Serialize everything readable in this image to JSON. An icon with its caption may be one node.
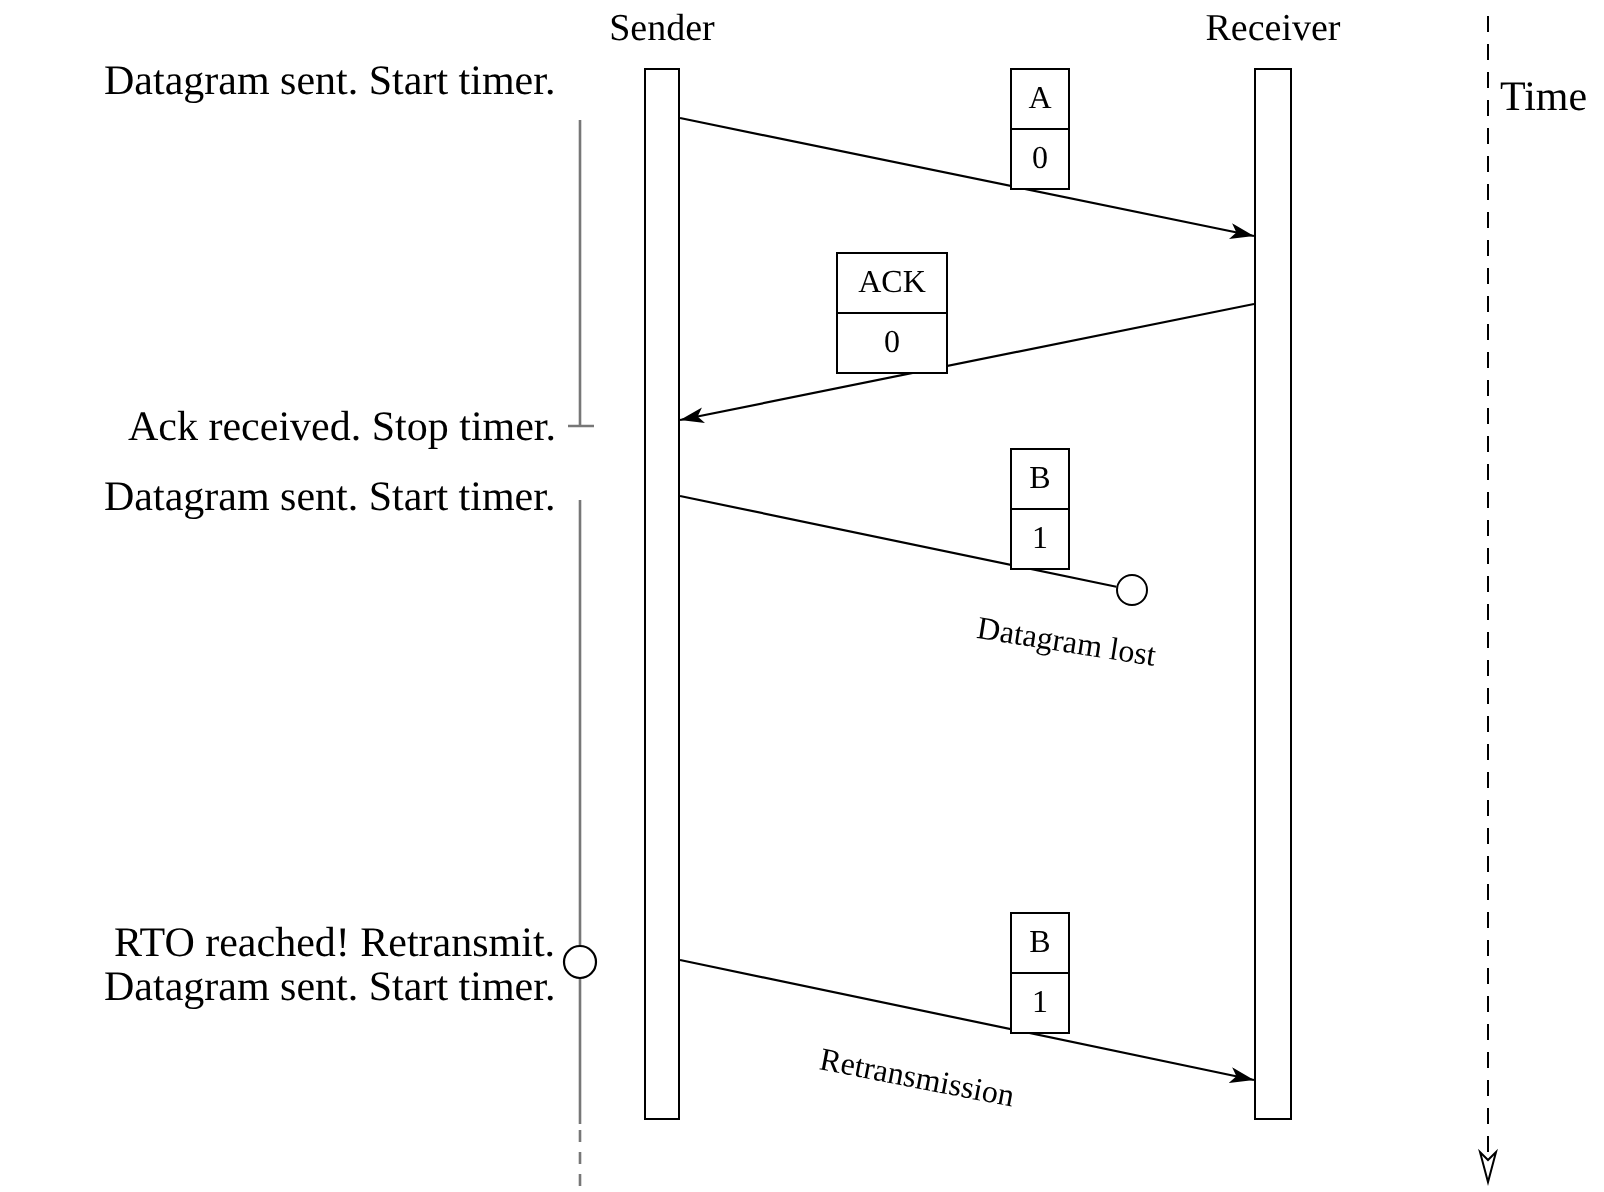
{
  "diagram": {
    "nodes": [
      {
        "text": [
          "Sender"
        ]
      },
      {
        "text": [
          "Receiver"
        ]
      },
      {
        "text": [
          "A",
          "0"
        ]
      },
      {
        "text": [
          "ACK",
          "0"
        ]
      },
      {
        "text": [
          "B",
          "1"
        ]
      },
      {
        "text": [],
        "shape": "circle"
      },
      {
        "text": [
          "B",
          "1"
        ]
      }
    ],
    "edges": [
      {
        "from": 0,
        "to": 1,
        "arrow": "to"
      },
      {
        "from": 1,
        "to": 0,
        "arrow": "to"
      },
      {
        "from": 0,
        "to": 5,
        "arrow": "none",
        "label": "Datagram lost"
      },
      {
        "from": 0,
        "to": 1,
        "arrow": "to",
        "label": "Retransmission"
      }
    ],
    "labels": [
      "Time",
      "Datagram sent. Start timer.",
      "Ack received. Stop timer.",
      "Datagram sent. Start timer.",
      "RTO reached! Retransmit.",
      "Datagram sent. Start timer."
    ]
  }
}
